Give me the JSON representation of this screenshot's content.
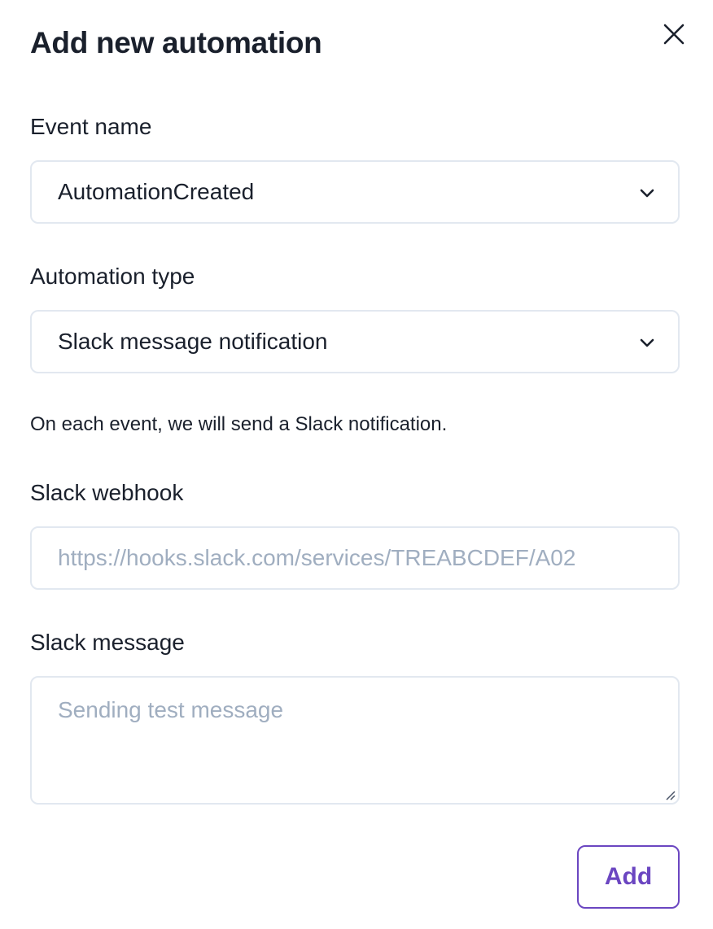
{
  "dialog": {
    "title": "Add new automation"
  },
  "event_name": {
    "label": "Event name",
    "value": "AutomationCreated"
  },
  "automation_type": {
    "label": "Automation type",
    "value": "Slack message notification"
  },
  "description": "On each event, we will send a Slack notification.",
  "slack_webhook": {
    "label": "Slack webhook",
    "placeholder": "https://hooks.slack.com/services/TREABCDEF/A02"
  },
  "slack_message": {
    "label": "Slack message",
    "placeholder": "Sending test message"
  },
  "actions": {
    "add_label": "Add"
  },
  "colors": {
    "accent": "#6b46c1",
    "border": "#e2e8f0",
    "placeholder": "#a0aec0"
  }
}
